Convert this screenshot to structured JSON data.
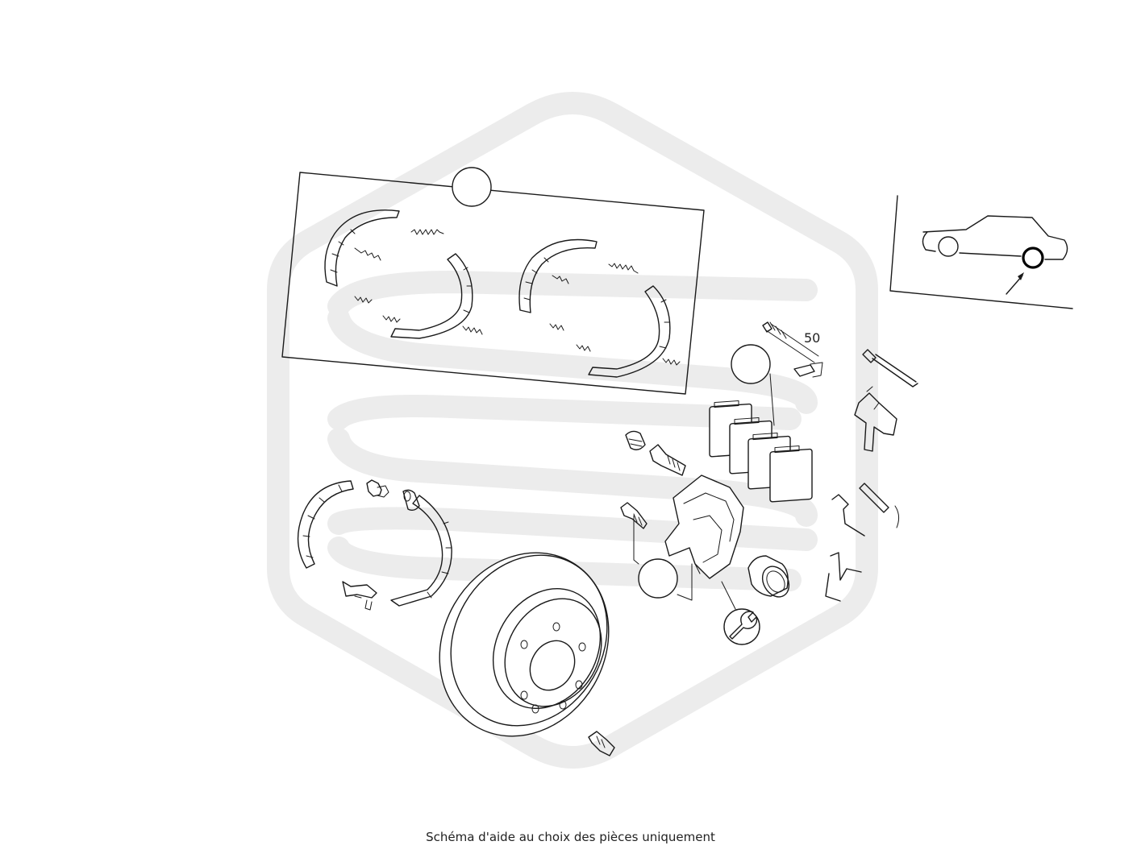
{
  "part_labels": {
    "sensor_number": "50"
  },
  "caption": "Schéma d'aide au choix des pièces uniquement",
  "colors": {
    "line": "#1a1a1a",
    "watermark": "#ececec",
    "background": "#ffffff"
  },
  "icons": [
    "wrench-icon",
    "car-position-icon",
    "callout-circle"
  ]
}
